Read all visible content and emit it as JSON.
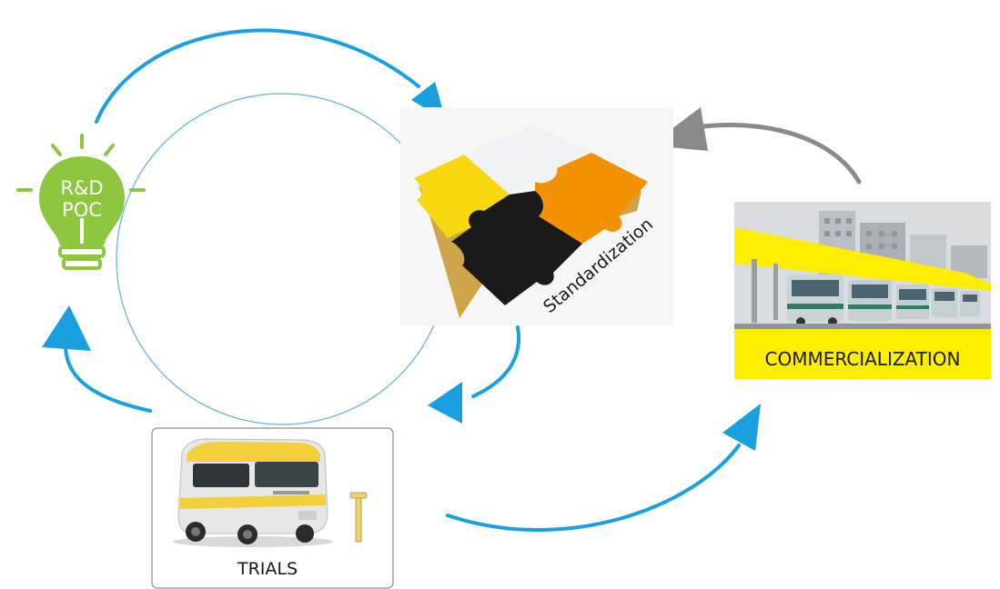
{
  "diagram": {
    "nodes": {
      "rnd_poc": {
        "label_line1": "R&D",
        "label_line2": "POC",
        "icon": "lightbulb-icon",
        "color": "#8dc63f"
      },
      "standardization": {
        "label": "Standardization",
        "icon": "puzzle-icon",
        "piece_colors": [
          "#f5d80f",
          "#ecf0f1",
          "#f39200",
          "#1a1a1a"
        ]
      },
      "commercialization": {
        "label": "COMMERCIALIZATION",
        "panel_color": "#ffed00",
        "image": "bus-depot-picture"
      },
      "trials": {
        "label": "TRIALS",
        "image": "autonomous-shuttle-picture"
      }
    },
    "colors": {
      "blue_arrow": "#1aa0e0",
      "gray_arrow": "#8a8a8a",
      "circle": "#5ab4e0"
    }
  }
}
